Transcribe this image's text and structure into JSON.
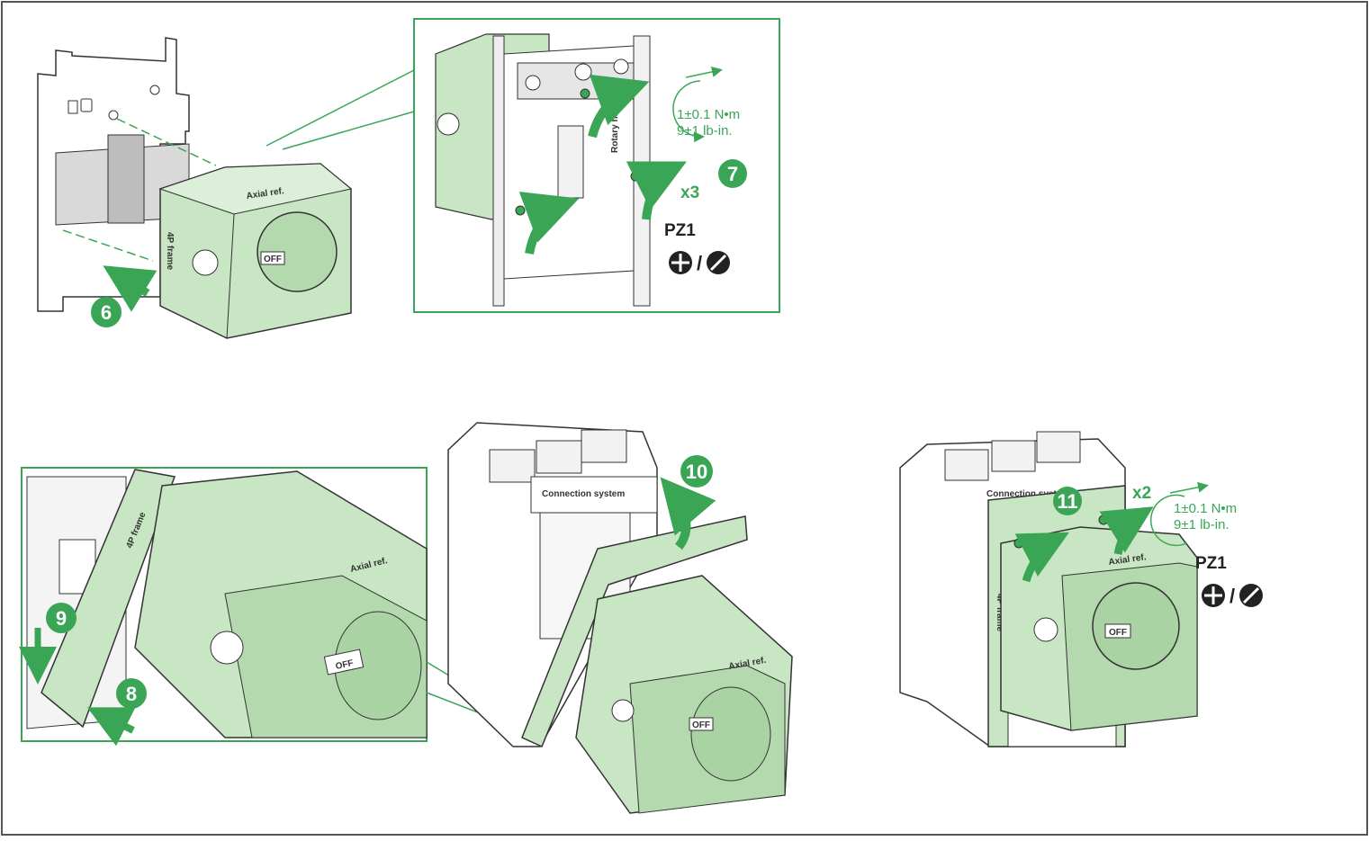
{
  "colors": {
    "accent_green": "#3aa655",
    "part_fill": "#c8e6c3",
    "line_dark": "#333333",
    "frame_border": "#555555"
  },
  "steps": {
    "s6": "6",
    "s7": "7",
    "s8": "8",
    "s9": "9",
    "s10": "10",
    "s11": "11"
  },
  "top_detail": {
    "torque_nm": "1±0.1 N•m",
    "torque_lbin": "9±1 lb-in.",
    "count": "x3",
    "tool": "PZ1",
    "tool_sep": "/"
  },
  "right_assembly": {
    "torque_nm": "1±0.1 N•m",
    "torque_lbin": "9±1 lb-in.",
    "count": "x2",
    "tool": "PZ1",
    "tool_sep": "/"
  },
  "part_labels": {
    "axial_ref": "Axial ref.",
    "frame_4p": "4P frame",
    "off": "OFF",
    "connection_system": "Connection system",
    "rotary_handle": "Rotary handle"
  },
  "icons": {
    "phillips": "phillips-screwdriver-icon",
    "flat": "flat-screwdriver-icon",
    "torque": "torque-arrow-icon"
  }
}
